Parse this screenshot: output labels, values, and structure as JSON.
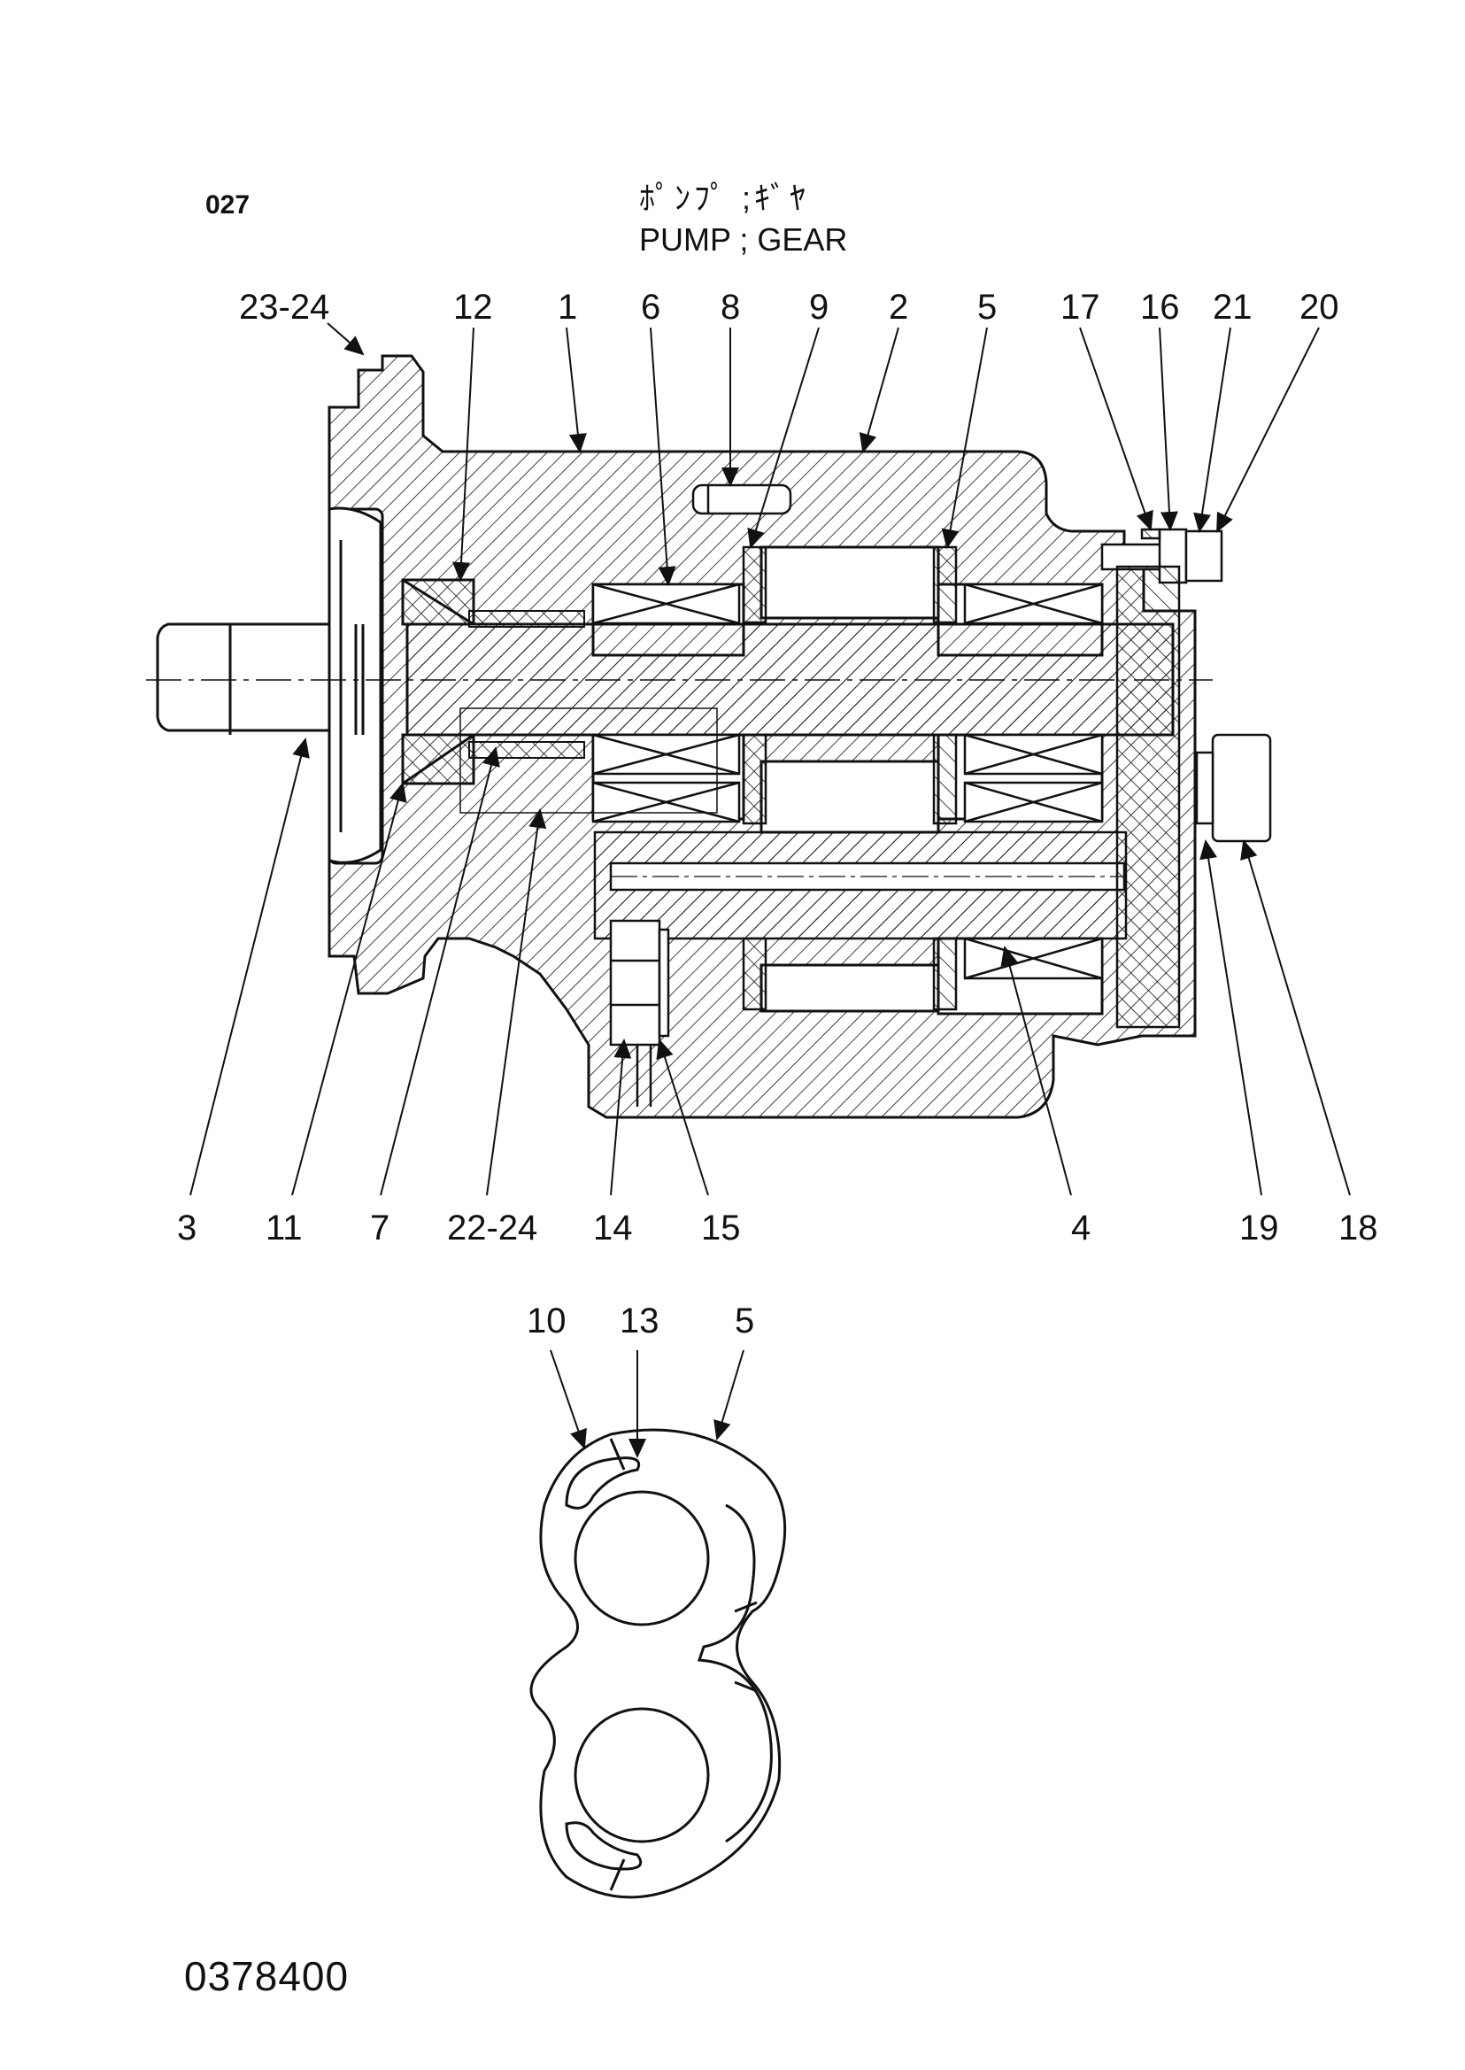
{
  "page_code": "027",
  "title_jp": "ﾎﾟﾝﾌﾟ ;ｷﾞﾔ",
  "title_en": "PUMP ; GEAR",
  "drawing_number": "0378400",
  "callouts_top": [
    "23-24",
    "12",
    "1",
    "6",
    "8",
    "9",
    "2",
    "5",
    "17",
    "16",
    "21",
    "20"
  ],
  "callouts_bottom": [
    "3",
    "11",
    "7",
    "22-24",
    "14",
    "15",
    "4",
    "19",
    "18"
  ],
  "callouts_detail": [
    "10",
    "13",
    "5"
  ]
}
